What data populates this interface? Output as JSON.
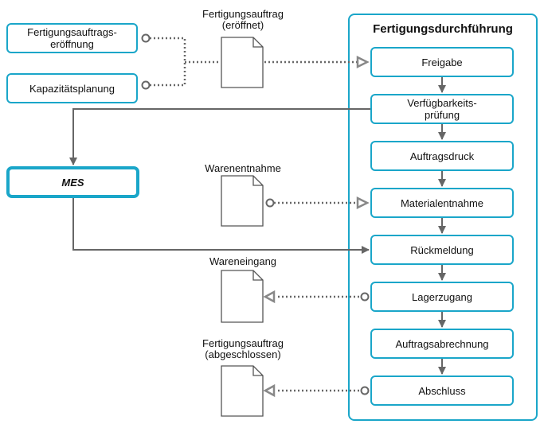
{
  "group": {
    "title": "Fertigungsdurchführung"
  },
  "steps": [
    "Freigabe",
    "Verfügbarkeits-\nprüfung",
    "Auftragsdruck",
    "Materialentnahme",
    "Rückmeldung",
    "Lagerzugang",
    "Auftragsabrechnung",
    "Abschluss"
  ],
  "inputs": {
    "opening": "Fertigungsauftrags-\neröffnung",
    "capacity": "Kapazitätsplanung"
  },
  "mes": "MES",
  "documents": {
    "order_opened": "Fertigungsauftrag\n(eröffnet)",
    "goods_issue": "Warenentnahme",
    "goods_receipt": "Wareneingang",
    "order_closed": "Fertigungsauftrag\n(abgeschlossen)"
  },
  "colors": {
    "accent": "#1aa6c9",
    "line": "#666666"
  }
}
